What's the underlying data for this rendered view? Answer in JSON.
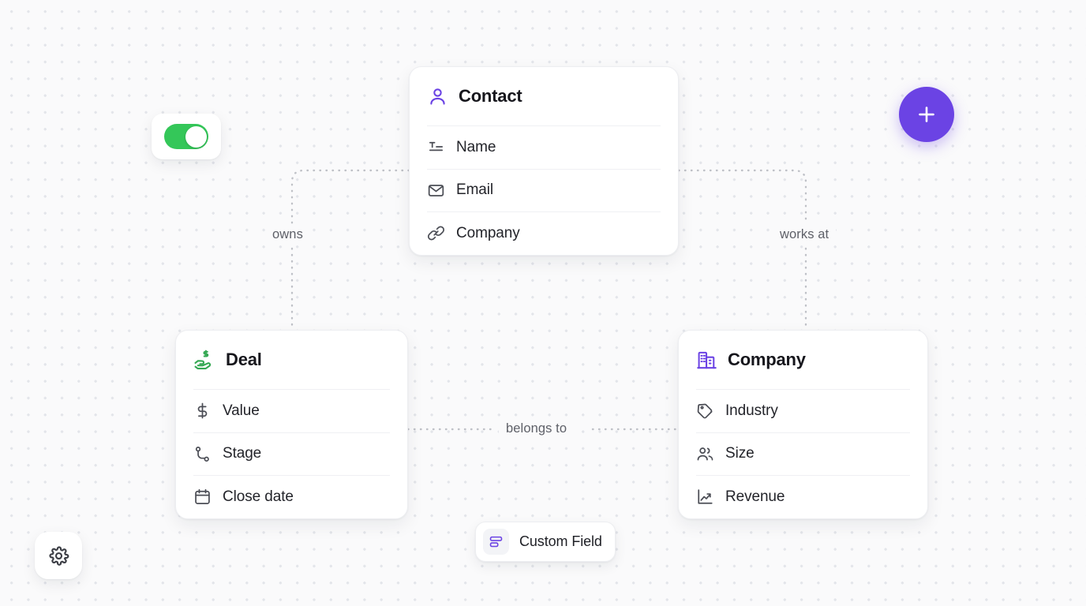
{
  "canvas": {
    "background_color": "#FAFAFB",
    "dot_color": "#E3E5EA",
    "accent_purple": "#6B43E4",
    "accent_green": "#34C759"
  },
  "toggle": {
    "name": "visibility-toggle",
    "state": "on"
  },
  "add_button": {
    "label": "+",
    "icon": "plus-icon"
  },
  "settings_button": {
    "icon": "gear-icon"
  },
  "custom_field_chip": {
    "label": "Custom Field",
    "icon": "form-input-icon"
  },
  "entities": [
    {
      "id": "contact",
      "title": "Contact",
      "icon": "user-icon",
      "icon_color": "#6B43E4",
      "fields": [
        {
          "label": "Name",
          "icon": "text-align-icon"
        },
        {
          "label": "Email",
          "icon": "envelope-icon"
        },
        {
          "label": "Company",
          "icon": "link-icon"
        }
      ]
    },
    {
      "id": "deal",
      "title": "Deal",
      "icon": "hand-coins-icon",
      "icon_color": "#35A853",
      "fields": [
        {
          "label": "Value",
          "icon": "dollar-icon"
        },
        {
          "label": "Stage",
          "icon": "workflow-icon"
        },
        {
          "label": "Close date",
          "icon": "calendar-icon"
        }
      ]
    },
    {
      "id": "company",
      "title": "Company",
      "icon": "building-icon",
      "icon_color": "#6B43E4",
      "fields": [
        {
          "label": "Industry",
          "icon": "tag-icon"
        },
        {
          "label": "Size",
          "icon": "users-icon"
        },
        {
          "label": "Revenue",
          "icon": "trending-up-icon"
        }
      ]
    }
  ],
  "relations": [
    {
      "id": "owns",
      "label": "owns",
      "from": "contact",
      "to": "deal"
    },
    {
      "id": "works-at",
      "label": "works at",
      "from": "contact",
      "to": "company"
    },
    {
      "id": "belongs-to",
      "label": "belongs to",
      "from": "deal",
      "to": "company"
    }
  ]
}
